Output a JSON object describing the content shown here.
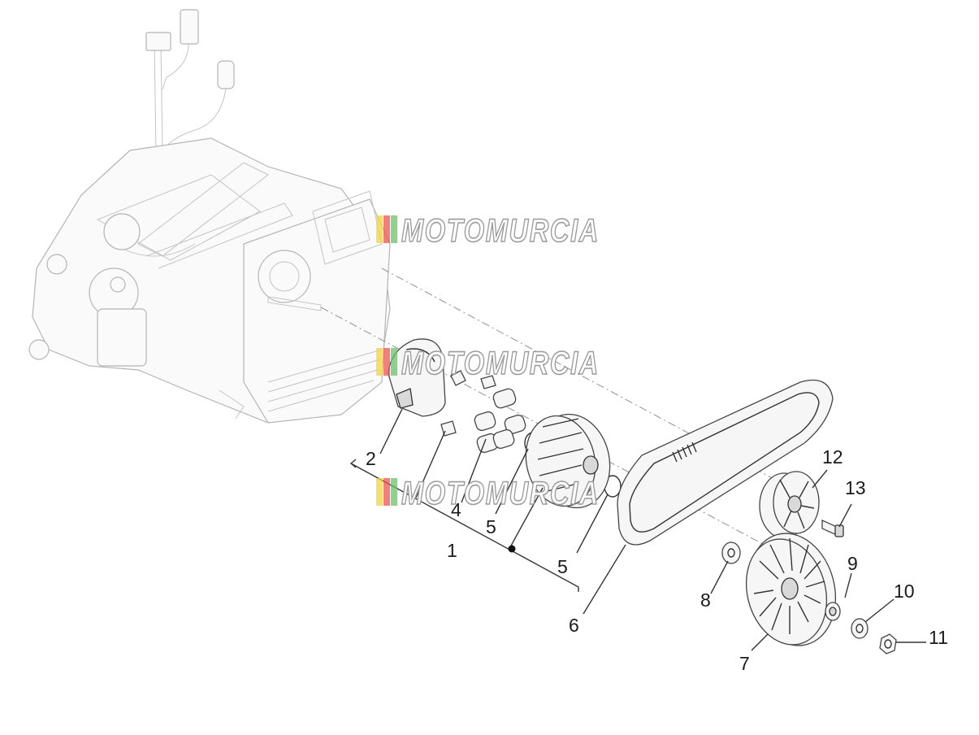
{
  "watermark": {
    "text": "MOTOMURCIA",
    "stripe_colors": [
      "#f1d34a",
      "#e9574e",
      "#6fbf6b"
    ]
  },
  "callouts": [
    "1",
    "2",
    "4",
    "5",
    "5",
    "6",
    "7",
    "8",
    "9",
    "10",
    "11",
    "12",
    "13"
  ]
}
